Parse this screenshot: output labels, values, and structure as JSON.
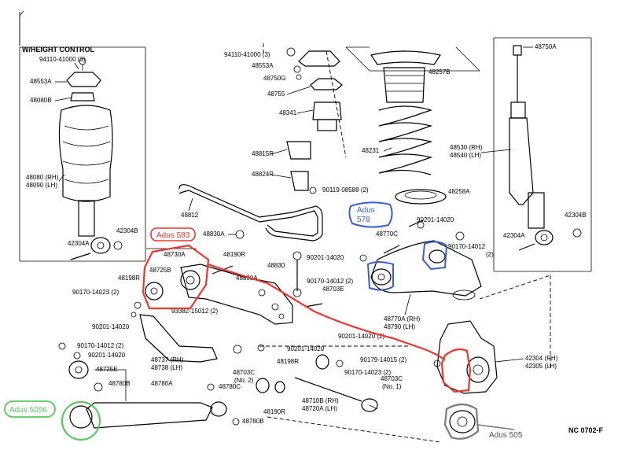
{
  "left_group_title": "W/HEIGHT CONTROL",
  "labels": {
    "l94110_3": "94110-41000 (3)",
    "l48553A": "48553A",
    "l48080B": "48080B",
    "l48080": "48080 (RH)",
    "l48090": "48090 (LH)",
    "l42304A_left": "42304A",
    "l42304B_left": "42304B",
    "t94110_3": "94110-41000 (3)",
    "t48553A": "48553A",
    "t48750G": "48750G",
    "t48755": "48755",
    "t48341": "48341",
    "t48257B": "48257B",
    "t48231": "48231",
    "t48815R": "48815R",
    "t48824R": "48824R",
    "t90119": "90119-08588 (2)",
    "t48812": "48812",
    "t48258A": "48258A",
    "r48750A": "48750A",
    "r48530": "48530 (RH)",
    "r48540": "48540 (LH)",
    "r42304A": "42304A",
    "r42304B": "42304B",
    "m90201_14020_top": "90201-14020",
    "m48770C": "48770C",
    "m90170_14012_right": "90170-14012",
    "m90170_right_qty": "(2)",
    "m48830A": "48830A",
    "m48730A": "48730A",
    "m48725B": "48725B",
    "m48190R_top": "48190R",
    "m48830A_b": "48830A",
    "m48830": "48830",
    "m90201_14020_mid": "90201-14020",
    "m90170_14012_mid": "90170-14012 (2)",
    "m48703E": "48703E",
    "m90170_14023": "90170-14023 (2)",
    "m48198R_left": "48198R",
    "m93382": "93382-15012 (2)",
    "m90201_14020_left": "90201-14020",
    "m48770A": "48770A (RH)",
    "m48790": "48790 (LH)",
    "m90170_14012_left": "90170-14012 (2)",
    "m90201_14020_left2": "90201-14020",
    "m48737": "48737 (RH)",
    "m48738": "48738 (LH)",
    "m48725E": "48725E",
    "m48780B": "48780B",
    "m48780A": "48780A",
    "m90201_14020_center": "90201-14020",
    "m90201_14020_c2": "90201-14020 (2)",
    "m48198R_c": "48198R",
    "m90170_14023_c": "90170-14023 (2)",
    "m48703C_no2": "48703C",
    "m48703C_no2q": "(No. 2)",
    "m48780C": "48780C",
    "m48190R_bottom": "48190R",
    "m48710B": "48710B (RH)",
    "m48720A": "48720A (LH)",
    "m48780B_b": "48780B",
    "m90179": "90179-14015 (2)",
    "m48703C_no1": "48703C",
    "m48703C_no1q": "(No. 1)",
    "m42304": "42304 (RH)",
    "m42305": "42305 (LH)",
    "footer": "NC 0702-F"
  },
  "annotations": {
    "adus583": "Adus 583",
    "adus578_a": "Adus",
    "adus578_b": "578",
    "adus5056": "Adus 5056",
    "adus505": "Adus 505"
  },
  "annotation_colors": {
    "red": "#e8382f",
    "blue": "#3a5fcd",
    "green": "#5ac85a",
    "gray": "#7a7a7a"
  }
}
